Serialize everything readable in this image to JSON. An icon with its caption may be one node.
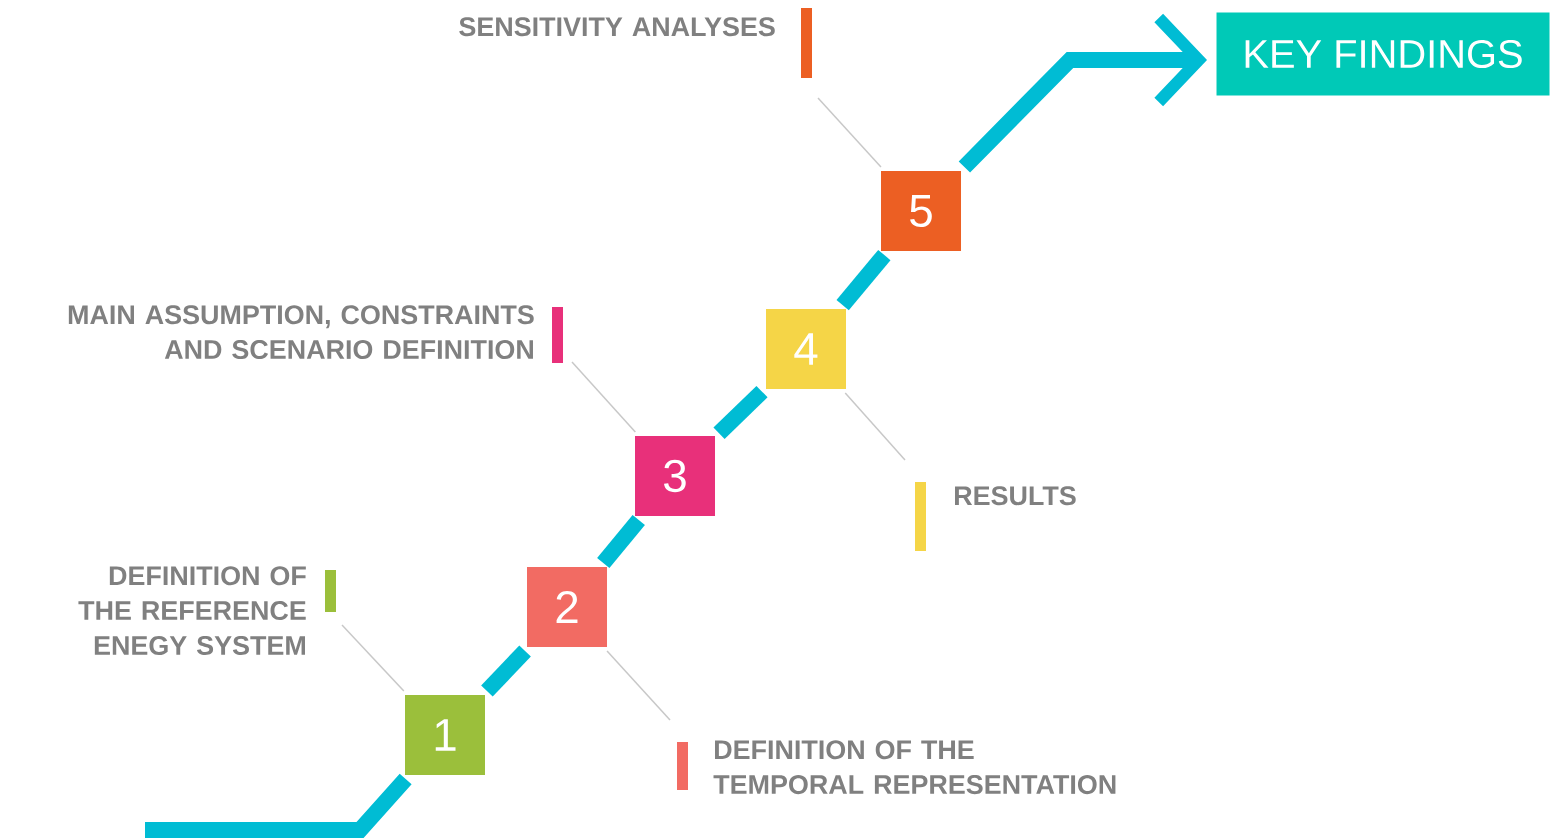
{
  "diagram": {
    "nodes": [
      {
        "text": [
          "1"
        ]
      },
      {
        "text": [
          "2"
        ]
      },
      {
        "text": [
          "3"
        ]
      },
      {
        "text": [
          "4"
        ]
      },
      {
        "text": [
          "5"
        ]
      },
      {
        "text": [
          "KEY FINDINGS"
        ]
      },
      {
        "text": [
          "DEFINITION OF THE REFERENCE ENEGY SYSTEM"
        ]
      },
      {
        "text": [
          "DEFINITION OF THE TEMPORAL REPRESENTATION"
        ]
      },
      {
        "text": [
          "MAIN ASSUMPTION, CONSTRAINTS AND SCENARIO DEFINITION"
        ]
      },
      {
        "text": [
          "RESULTS"
        ]
      },
      {
        "text": [
          "SENSITIVITY ANALYSES"
        ]
      }
    ],
    "edges": [
      {
        "from": null,
        "to": 0,
        "arrow": "none"
      },
      {
        "from": 0,
        "to": 1,
        "arrow": "none"
      },
      {
        "from": 1,
        "to": 2,
        "arrow": "none"
      },
      {
        "from": 2,
        "to": 3,
        "arrow": "none"
      },
      {
        "from": 3,
        "to": 4,
        "arrow": "none"
      },
      {
        "from": 4,
        "to": 5,
        "arrow": "to"
      },
      {
        "from": 6,
        "to": 0,
        "arrow": "none",
        "color": "#c8c8c8"
      },
      {
        "from": 7,
        "to": 1,
        "arrow": "none",
        "color": "#c8c8c8"
      },
      {
        "from": 8,
        "to": 2,
        "arrow": "none",
        "color": "#c8c8c8"
      },
      {
        "from": 9,
        "to": 3,
        "arrow": "none",
        "color": "#c8c8c8"
      },
      {
        "from": 10,
        "to": 4,
        "arrow": "none",
        "color": "#c8c8c8"
      }
    ]
  }
}
